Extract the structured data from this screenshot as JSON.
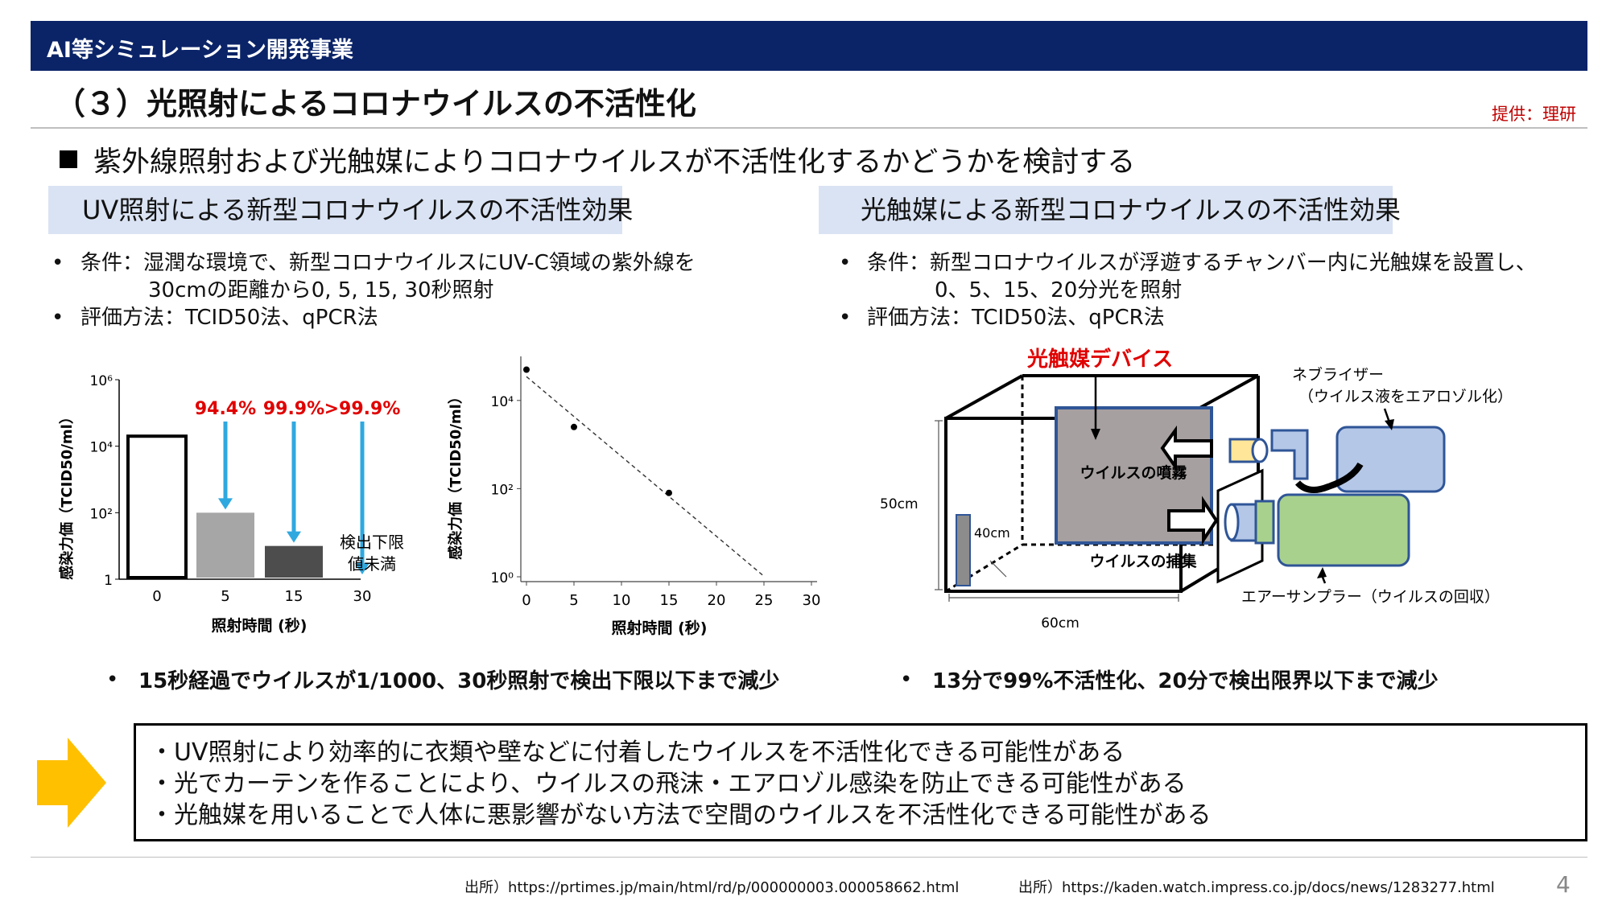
{
  "header": {
    "category": "AI等シミュレーション開発事業"
  },
  "title": "（３）光照射によるコロナウイルスの不活性化",
  "provider": "提供：理研",
  "lead": "紫外線照射および光触媒によりコロナウイルスが不活性化するかどうかを検討する",
  "left_panel": {
    "heading": "UV照射による新型コロナウイルスの不活性効果",
    "condition_line1": "条件：湿潤な環境で、新型コロナウイルスにUV-C領域の紫外線を",
    "condition_line2": "30cmの距離から0, 5, 15, 30秒照射",
    "evaluation": "評価方法：TCID50法、qPCR法",
    "bottom_point": "15秒経過でウイルスが1/1000、30秒照射で検出下限以下まで減少"
  },
  "right_panel": {
    "heading": "光触媒による新型コロナウイルスの不活性効果",
    "condition_line1": "条件：新型コロナウイルスが浮遊するチャンバー内に光触媒を設置し、",
    "condition_line2": "0、5、15、20分光を照射",
    "evaluation": "評価方法：TCID50法、qPCR法",
    "bottom_point": "13分で99%不活性化、20分で検出限界以下まで減少"
  },
  "chart_data": [
    {
      "type": "bar",
      "xlabel": "照射時間 (秒)",
      "ylabel": "感染力価（TCID50/ml）",
      "categories": [
        "0",
        "5",
        "15",
        "30"
      ],
      "values": [
        20000,
        100,
        10,
        1
      ],
      "y_scale": "log",
      "yticks": [
        "1",
        "10²",
        "10⁴",
        "10⁶"
      ],
      "ylim": [
        1,
        1000000
      ],
      "reduction_labels": [
        "94.4%",
        "99.9%",
        ">99.9%"
      ],
      "annotation": "検出下限値未満",
      "annotation_line1": "検出下限",
      "annotation_line2": "値未満",
      "bar_colors": [
        "#ffffff",
        "#a6a6a6",
        "#4d4d4d"
      ],
      "arrow_color": "#2fa8e0",
      "label_color": "#e00000"
    },
    {
      "type": "scatter",
      "xlabel": "照射時間 (秒)",
      "ylabel": "感染力価（TCID50/ml）",
      "x": [
        0,
        5,
        15
      ],
      "y": [
        50000,
        2500,
        80
      ],
      "y_scale": "log",
      "xticks": [
        "0",
        "5",
        "10",
        "15",
        "20",
        "25",
        "30"
      ],
      "yticks": [
        "10⁰",
        "10²",
        "10⁴"
      ],
      "xlim": [
        0,
        30
      ],
      "ylim": [
        1,
        100000
      ],
      "trend_line": "dashed"
    }
  ],
  "diagram": {
    "device_label": "光触媒デバイス",
    "nebulizer_label_line1": "ネブライザー",
    "nebulizer_label_line2": "（ウイルス液をエアロゾル化）",
    "spray_label": "ウイルスの噴霧",
    "capture_label": "ウイルスの捕集",
    "sampler_label": "エアーサンプラー（ウイルスの回収）",
    "dim_height": "50cm",
    "dim_depth": "40cm",
    "dim_width": "60cm"
  },
  "conclusions": [
    "・UV照射により効率的に衣類や壁などに付着したウイルスを不活性化できる可能性がある",
    "・光でカーテンを作ることにより、ウイルスの飛沫・エアロゾル感染を防止できる可能性がある",
    "・光触媒を用いることで人体に悪影響がない方法で空間のウイルスを不活性化できる可能性がある"
  ],
  "sources": [
    "出所）https://prtimes.jp/main/html/rd/p/000000003.000058662.html",
    "出所）https://kaden.watch.impress.co.jp/docs/news/1283277.html"
  ],
  "page_number": "4"
}
